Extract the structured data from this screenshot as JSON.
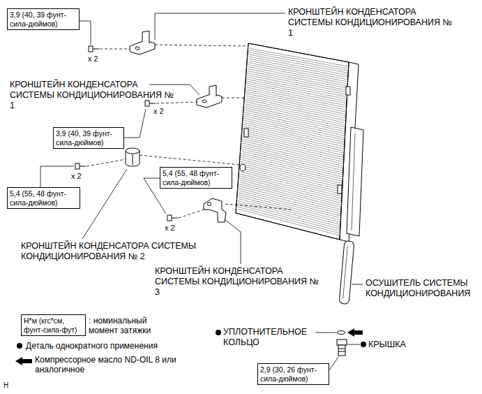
{
  "diagram": {
    "nodes": [
      {
        "text": [
          "3,9 (40, 39 фунт- сила-дюймов)"
        ]
      },
      {
        "text": [
          "3,9 (40, 39 фунт- сила-дюймов)"
        ]
      },
      {
        "text": [
          "5,4 (55, 48 фунт- сила-дюймов)"
        ]
      },
      {
        "text": [
          "5,4 (55, 48 фунт- сила-дюймов)"
        ]
      },
      {
        "text": [
          "Н*м (кгс*см, фунт-сила-фут)"
        ]
      },
      {
        "text": [
          "2,9 (30, 26 фунт- сила-дюймов)"
        ]
      }
    ],
    "labels": [
      "КРОНШТЕЙН КОНДЕНСАТОРА СИСТЕМЫ КОНДИЦИОНИРОВАНИЯ № 1",
      "x 2",
      "КРОНШТЕЙН КОНДЕНСАТОРА СИСТЕМЫ КОНДИЦИОНИРОВАНИЯ № 1",
      "x 2",
      "x 2",
      "x 2",
      "КРОНШТЕЙН КОНДЕНСАТОРА СИСТЕМЫ КОНДИЦИОНИРОВАНИЯ № 2",
      "КРОНШТЕЙН КОНДЕНСАТОРА СИСТЕМЫ КОНДИЦИОНИРОВАНИЯ № 3",
      "ОСУШИТЕЛЬ СИСТЕМЫ КОНДИЦИОНИРОВАНИЯ",
      "УПЛОТНИТЕЛЬНОЕ КОЛЬЦО",
      "КРЫШКА",
      "H"
    ],
    "legend": [
      {
        "text": ": номинальный момент затяжки"
      },
      {
        "text": "Деталь однократного применения"
      },
      {
        "text": "Компрессорное масло ND-OIL 8 или аналогичное"
      }
    ]
  }
}
